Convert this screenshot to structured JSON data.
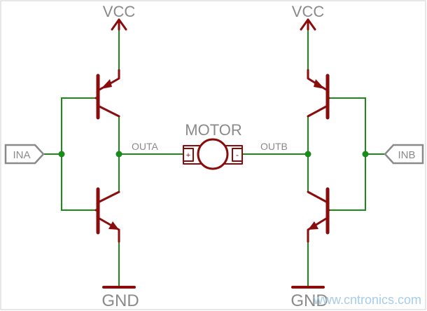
{
  "labels": {
    "vcc_left": "VCC",
    "vcc_right": "VCC",
    "gnd_left": "GND",
    "gnd_right": "GND",
    "motor": "MOTOR",
    "out_a": "OUTA",
    "out_b": "OUTB",
    "in_a": "INA",
    "in_b": "INB",
    "motor_plus": "+",
    "motor_minus": "-"
  },
  "watermark": "www.cntronics.com",
  "colors": {
    "wire": "#1a8a1a",
    "component": "#8b0c0c",
    "text": "#8a8a8a",
    "watermark": "#9fc7e6"
  }
}
